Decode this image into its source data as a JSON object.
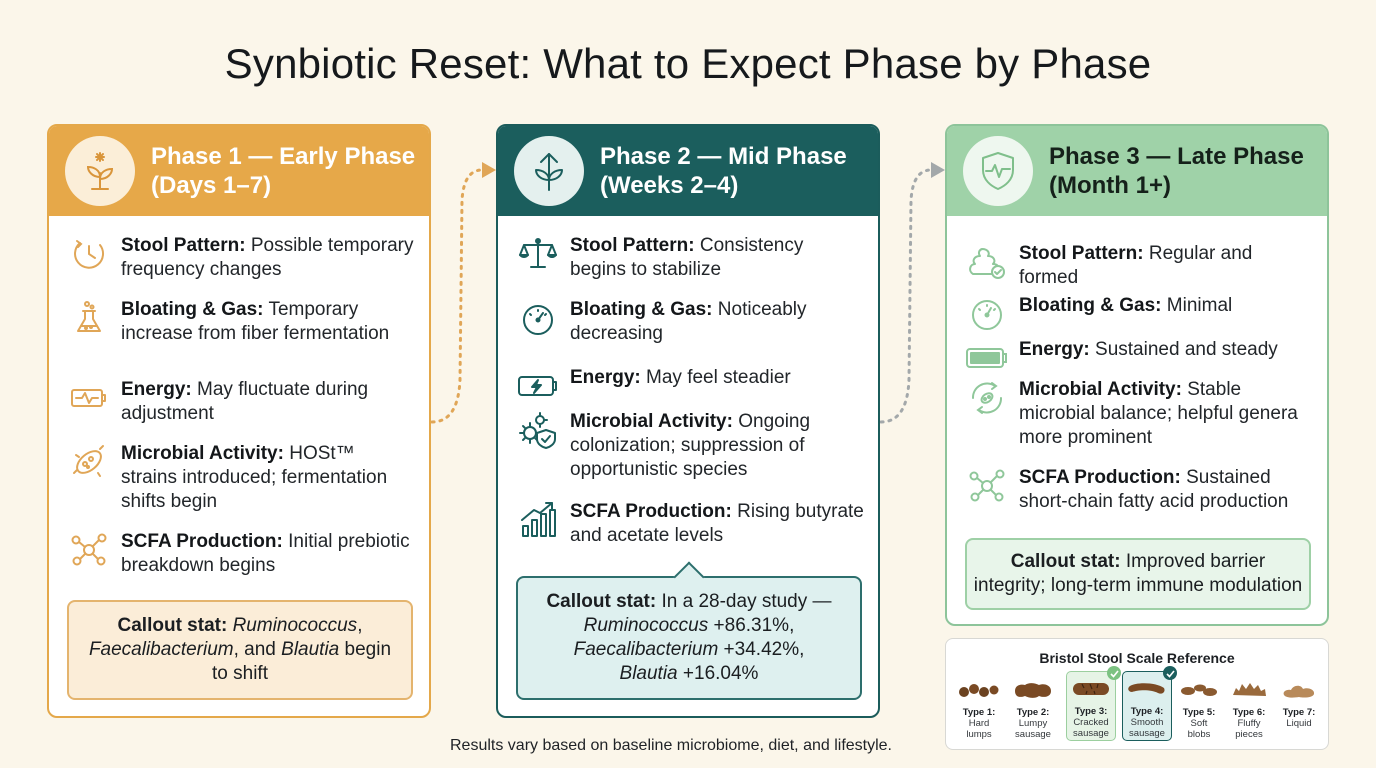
{
  "title": "Synbiotic Reset: What to Expect Phase by Phase",
  "colors": {
    "phase1": "#e6a849",
    "phase2": "#1b5e5d",
    "phase3": "#9fd2a8",
    "background": "#fbf6ea"
  },
  "phases": [
    {
      "title_line1": "Phase 1 — Early Phase",
      "title_line2": "(Days 1–7)",
      "icon": "sprout-sparkle-icon",
      "items": [
        {
          "icon": "clock-icon",
          "label": "Stool Pattern:",
          "text": " Possible temporary frequency changes"
        },
        {
          "icon": "flask-icon",
          "label": "Bloating & Gas:",
          "text": " Temporary increase from fiber fermentation"
        },
        {
          "icon": "battery-pulse-icon",
          "label": "Energy:",
          "text": " May fluctuate during adjustment"
        },
        {
          "icon": "microbe-icon",
          "label": "Microbial Activity:",
          "text": " HOSt™ strains introduced; fermentation shifts begin"
        },
        {
          "icon": "molecule-icon",
          "label": "SCFA Production:",
          "text": " Initial prebiotic breakdown begins"
        }
      ],
      "callout": {
        "label": "Callout stat:",
        "i1": "Ruminococcus",
        "t1": ",",
        "i2": "Faecalibacterium",
        "t2": ", and ",
        "i3": "Blautia",
        "t3": " begin to shift"
      }
    },
    {
      "title_line1": "Phase 2 — Mid Phase",
      "title_line2": "(Weeks 2–4)",
      "icon": "growth-arrow-leaves-icon",
      "items": [
        {
          "icon": "balance-scale-icon",
          "label": "Stool Pattern:",
          "text": " Consistency begins to stabilize"
        },
        {
          "icon": "gauge-icon",
          "label": "Bloating & Gas:",
          "text": " Noticeably decreasing"
        },
        {
          "icon": "battery-charging-icon",
          "label": "Energy:",
          "text": " May feel steadier"
        },
        {
          "icon": "gear-shield-icon",
          "label": "Microbial Activity:",
          "text": " Ongoing colonization; suppression of opportunistic species"
        },
        {
          "icon": "bar-chart-rising-icon",
          "label": "SCFA Production:",
          "text": " Rising butyrate and acetate levels"
        }
      ],
      "callout": {
        "label": "Callout stat:",
        "t0": " In a 28-day study —",
        "i1": "Ruminococcus",
        "t1": " +86.31%,",
        "i2": "Faecalibacterium",
        "t2": " +34.42%,",
        "i3": "Blautia",
        "t3": " +16.04%"
      }
    },
    {
      "title_line1": "Phase 3 — Late Phase",
      "title_line2": "(Month 1+)",
      "icon": "shield-heartbeat-icon",
      "items": [
        {
          "icon": "stool-check-icon",
          "label": "Stool Pattern:",
          "text": " Regular and formed"
        },
        {
          "icon": "gauge-low-icon",
          "label": "Bloating & Gas:",
          "text": " Minimal"
        },
        {
          "icon": "battery-full-icon",
          "label": "Energy:",
          "text": " Sustained and steady"
        },
        {
          "icon": "microbe-cycle-icon",
          "label": "Microbial Activity:",
          "text": " Stable microbial balance; helpful genera more prominent"
        },
        {
          "icon": "molecule-icon",
          "label": "SCFA Production:",
          "text": " Sustained short-chain fatty acid production"
        }
      ],
      "callout": {
        "label": "Callout stat:",
        "t0": " Improved barrier integrity; long-term immune modulation"
      }
    }
  ],
  "bristol": {
    "title": "Bristol Stool Scale Reference",
    "types": [
      {
        "name": "Type 1:",
        "desc1": "Hard",
        "desc2": "lumps"
      },
      {
        "name": "Type 2:",
        "desc1": "Lumpy",
        "desc2": "sausage"
      },
      {
        "name": "Type 3:",
        "desc1": "Cracked",
        "desc2": "sausage",
        "highlighted": true
      },
      {
        "name": "Type 4:",
        "desc1": "Smooth",
        "desc2": "sausage",
        "highlighted": true
      },
      {
        "name": "Type 5:",
        "desc1": "Soft",
        "desc2": "blobs"
      },
      {
        "name": "Type 6:",
        "desc1": "Fluffy",
        "desc2": "pieces"
      },
      {
        "name": "Type 7:",
        "desc1": "Liquid",
        "desc2": ""
      }
    ]
  },
  "footnote": "Results vary based on baseline microbiome, diet, and lifestyle."
}
